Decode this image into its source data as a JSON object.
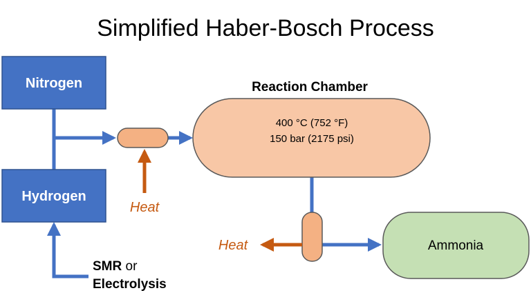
{
  "title": "Simplified Haber-Bosch Process",
  "inputs": {
    "nitrogen": "Nitrogen",
    "hydrogen": "Hydrogen"
  },
  "hydrogen_source": {
    "line1_bold": "SMR",
    "line1_rest": " or",
    "line2_bold": "Electrolysis"
  },
  "heat_in_label": "Heat",
  "heat_out_label": "Heat",
  "chamber": {
    "title": "Reaction Chamber",
    "temperature": "400 °C (752 °F)",
    "pressure": "150 bar (2175 psi)"
  },
  "output": {
    "label": "Ammonia"
  },
  "colors": {
    "input_box": "#4472c4",
    "flow_line": "#4472c4",
    "chamber_fill": "#f8c7a6",
    "exchanger_fill": "#f4b183",
    "heat_color": "#c55a11",
    "output_fill": "#c5e0b4"
  }
}
